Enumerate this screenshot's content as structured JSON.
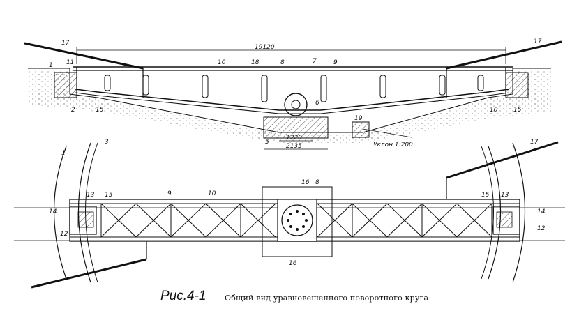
{
  "figure": {
    "number": "Рис.4-1",
    "caption": "Общий вид уравновешенного поворотного круга"
  },
  "side_view": {
    "dimensions": {
      "span": "19120",
      "wheel_base": "1220",
      "foundation": "2135"
    },
    "slope_label": "Уклон 1:200",
    "callouts": [
      "17",
      "1",
      "11",
      "10",
      "8",
      "7",
      "9",
      "17",
      "2",
      "15",
      "10",
      "6",
      "19",
      "18",
      "15",
      "5"
    ]
  },
  "plan_view": {
    "callouts": [
      "1",
      "3",
      "13",
      "15",
      "9",
      "10",
      "16",
      "8",
      "17",
      "15",
      "13",
      "14",
      "12",
      "14",
      "12",
      "16"
    ]
  }
}
